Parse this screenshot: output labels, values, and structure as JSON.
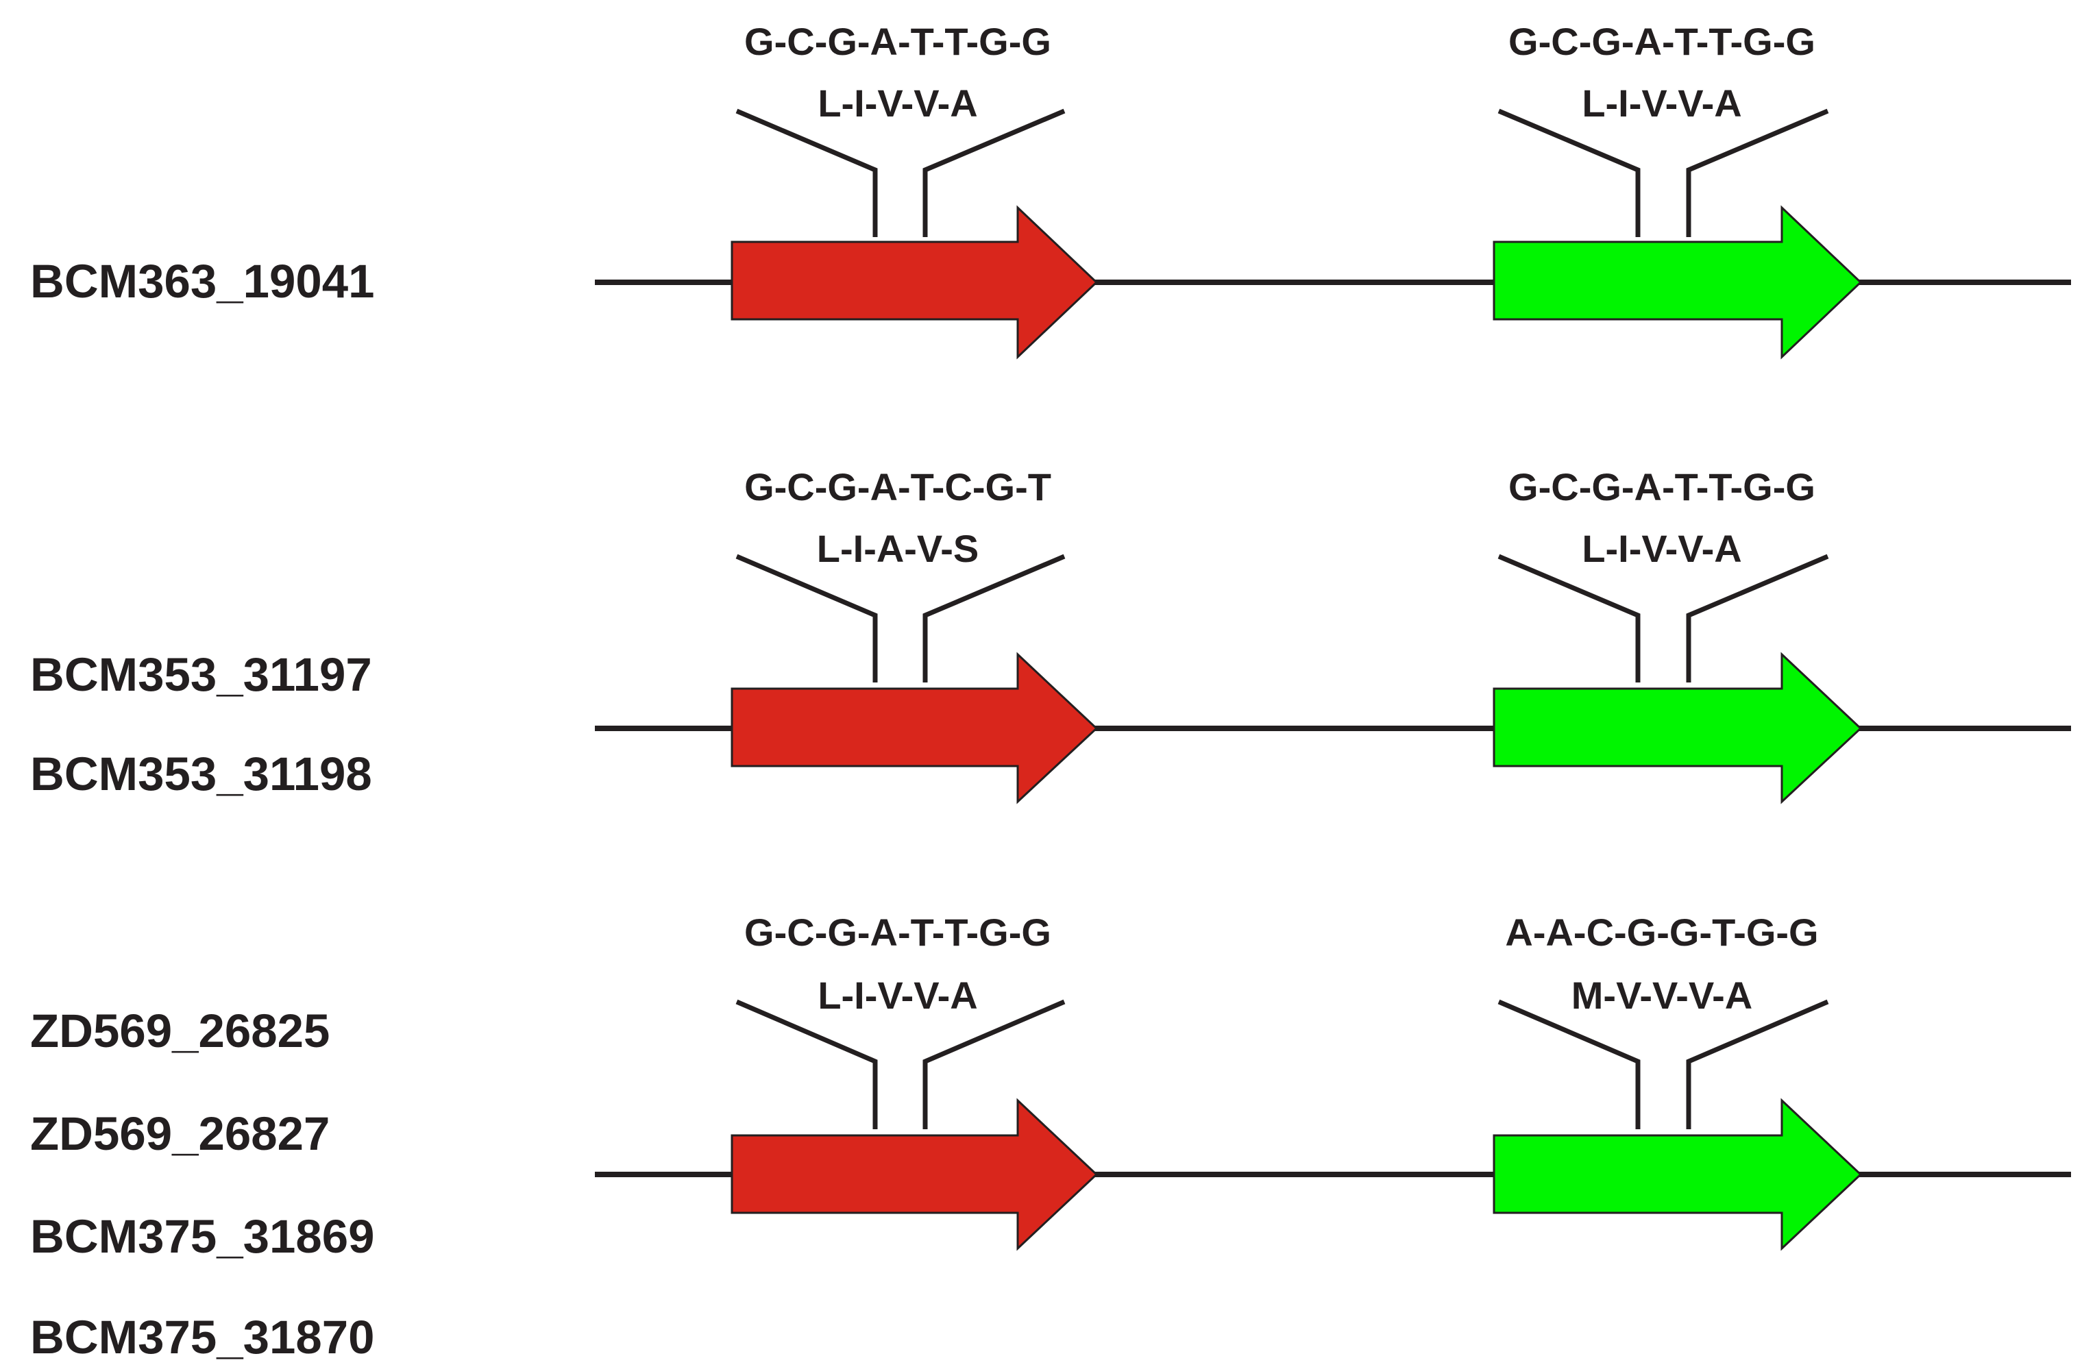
{
  "colors": {
    "gene1_fill": "#d9261c",
    "gene2_fill": "#00f500",
    "line": "#231f20",
    "text": "#231f20",
    "background": "#ffffff"
  },
  "rows": [
    {
      "strains": [
        "BCM363_19041"
      ],
      "gene1": {
        "nucleotides": "G-C-G-A-T-T-G-G",
        "amino_acids": "L-I-V-V-A"
      },
      "gene2": {
        "nucleotides": "G-C-G-A-T-T-G-G",
        "amino_acids": "L-I-V-V-A"
      }
    },
    {
      "strains": [
        "BCM353_31197",
        "BCM353_31198"
      ],
      "gene1": {
        "nucleotides": "G-C-G-A-T-C-G-T",
        "amino_acids": "L-I-A-V-S"
      },
      "gene2": {
        "nucleotides": "G-C-G-A-T-T-G-G",
        "amino_acids": "L-I-V-V-A"
      }
    },
    {
      "strains": [
        "ZD569_26825",
        "ZD569_26827",
        "BCM375_31869",
        "BCM375_31870"
      ],
      "gene1": {
        "nucleotides": "G-C-G-A-T-T-G-G",
        "amino_acids": "L-I-V-V-A"
      },
      "gene2": {
        "nucleotides": "A-A-C-G-G-T-G-G",
        "amino_acids": "M-V-V-V-A"
      }
    }
  ]
}
